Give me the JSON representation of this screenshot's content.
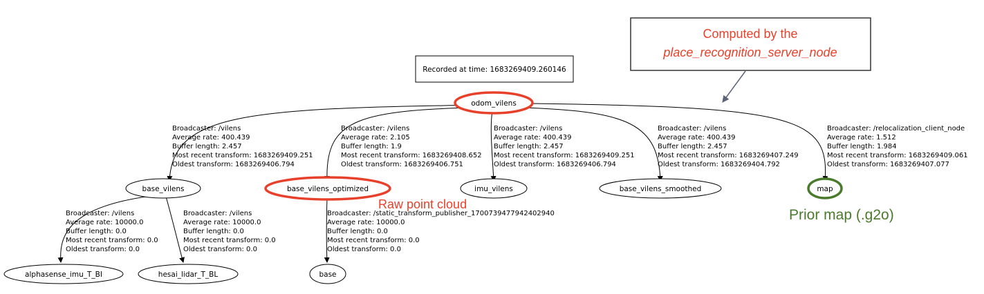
{
  "recorded_box": {
    "text": "Recorded at time: 1683269409.260146"
  },
  "nodes": {
    "odom_vilens": "odom_vilens",
    "base_vilens": "base_vilens",
    "base_vilens_optimized": "base_vilens_optimized",
    "imu_vilens": "imu_vilens",
    "base_vilens_smoothed": "base_vilens_smoothed",
    "map": "map",
    "alphasense_imu_T_BI": "alphasense_imu_T_BI",
    "hesai_lidar_T_BL": "hesai_lidar_T_BL",
    "base": "base"
  },
  "edges": {
    "odom_to_base_vilens": {
      "broadcaster": "Broadcaster: /vilens",
      "rate": "Average rate: 400.439",
      "buffer": "Buffer length: 2.457",
      "recent": "Most recent transform: 1683269409.251",
      "oldest": "Oldest transform: 1683269406.794"
    },
    "odom_to_base_vilens_optimized": {
      "broadcaster": "Broadcaster: /vilens",
      "rate": "Average rate: 2.105",
      "buffer": "Buffer length: 1.9",
      "recent": "Most recent transform: 1683269408.652",
      "oldest": "Oldest transform: 1683269406.751"
    },
    "odom_to_imu_vilens": {
      "broadcaster": "Broadcaster: /vilens",
      "rate": "Average rate: 400.439",
      "buffer": "Buffer length: 2.457",
      "recent": "Most recent transform: 1683269409.251",
      "oldest": "Oldest transform: 1683269406.794"
    },
    "odom_to_base_vilens_smoothed": {
      "broadcaster": "Broadcaster: /vilens",
      "rate": "Average rate: 400.439",
      "buffer": "Buffer length: 2.457",
      "recent": "Most recent transform: 1683269407.249",
      "oldest": "Oldest transform: 1683269404.792"
    },
    "odom_to_map": {
      "broadcaster": "Broadcaster: /relocalization_client_node",
      "rate": "Average rate: 1.512",
      "buffer": "Buffer length: 1.984",
      "recent": "Most recent transform: 1683269409.061",
      "oldest": "Oldest transform: 1683269407.077"
    },
    "base_vilens_to_alphasense": {
      "broadcaster": "Broadcaster: /vilens",
      "rate": "Average rate: 10000.0",
      "buffer": "Buffer length: 0.0",
      "recent": "Most recent transform: 0.0",
      "oldest": "Oldest transform: 0.0"
    },
    "base_vilens_to_hesai": {
      "broadcaster": "Broadcaster: /vilens",
      "rate": "Average rate: 10000.0",
      "buffer": "Buffer length: 0.0",
      "recent": "Most recent transform: 0.0",
      "oldest": "Oldest transform: 0.0"
    },
    "optimized_to_base": {
      "broadcaster": "Broadcaster: /static_transform_publisher_1700739477942402940",
      "rate": "Average rate: 10000.0",
      "buffer": "Buffer length: 0.0",
      "recent": "Most recent transform: 0.0",
      "oldest": "Oldest transform: 0.0"
    }
  },
  "annotations": {
    "computed_line1": "Computed by the",
    "computed_line2": "place_recognition_server_node",
    "raw_point_cloud": "Raw point cloud",
    "prior_map": "Prior map (.g2o)"
  },
  "colors": {
    "highlight_red": "#e8412b",
    "highlight_green": "#4a7a2c",
    "callout_arrow": "#5a6378",
    "graph_line": "#000000"
  }
}
